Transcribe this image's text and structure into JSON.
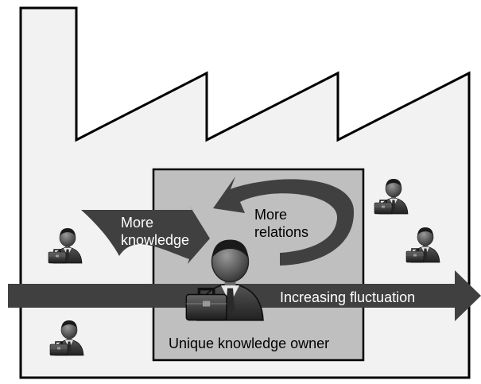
{
  "labels": {
    "more_knowledge_line1": "More",
    "more_knowledge_line2": "knowledge",
    "more_relations_line1": "More",
    "more_relations_line2": "relations",
    "fluctuation": "Increasing fluctuation",
    "owner": "Unique knowledge owner"
  },
  "icons": {
    "factory": "factory-outline-icon",
    "person": "businessman-with-briefcase-icon"
  },
  "colors": {
    "factory_fill": "#f2f2f2",
    "box_fill": "#bfbfbf",
    "arrow_fill": "#404040",
    "arrow_text": "#ffffff",
    "text": "#000000"
  }
}
